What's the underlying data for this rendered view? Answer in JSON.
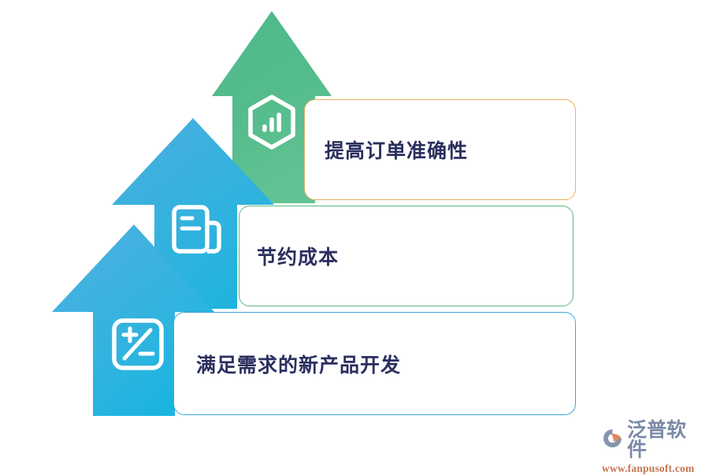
{
  "diagram": {
    "type": "stacked-arrows-infographic",
    "background": "#ffffff",
    "steps": [
      {
        "index": 1,
        "label": "提高订单准确性",
        "icon": "hexagon-bar-chart-icon",
        "arrow_color_start": "#4fb98a",
        "arrow_color_end": "#5cc08f",
        "card_border_color": "#e8b35e",
        "text_color": "#2b2f5e"
      },
      {
        "index": 2,
        "label": "节约成本",
        "icon": "newspaper-document-icon",
        "arrow_color_start": "#4aaede",
        "arrow_color_end": "#23b4dd",
        "card_border_color": "#5cb87f",
        "text_color": "#2b2f5e"
      },
      {
        "index": 3,
        "label": "满足需求的新产品开发",
        "icon": "plus-minus-calculator-icon",
        "arrow_color_start": "#4aafe0",
        "arrow_color_end": "#1fb3de",
        "card_border_color": "#3aa8d8",
        "text_color": "#2b2f5e"
      }
    ]
  },
  "branding": {
    "logo_icon": "fanpu-swoosh-logo-icon",
    "name": "泛普软件",
    "url": "www.fanpusoft.com",
    "name_color": "#7b8aa8",
    "url_color": "#c4744f"
  }
}
